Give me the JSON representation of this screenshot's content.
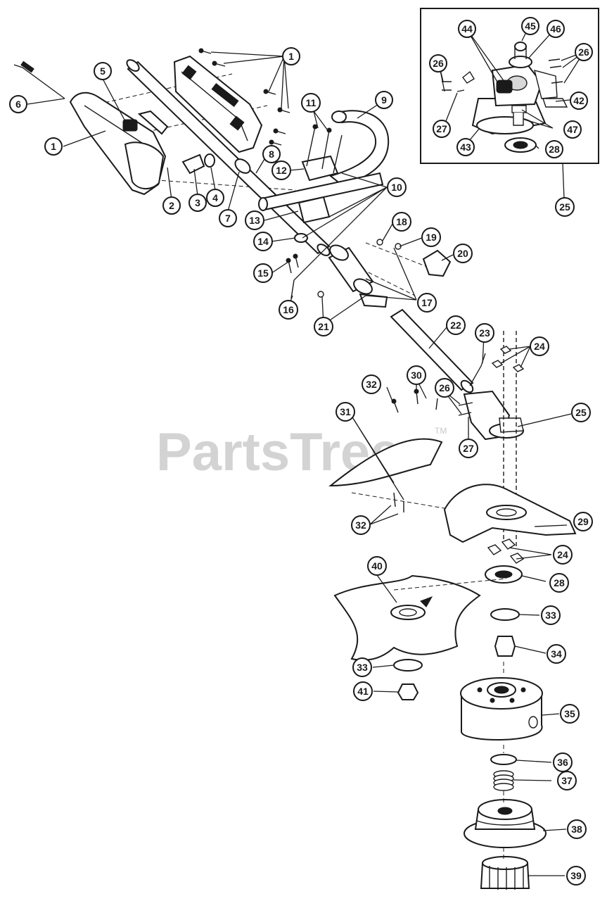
{
  "watermark": {
    "text": "PartsTree",
    "trademark": "TM"
  },
  "callouts": [
    {
      "id": "c1a",
      "label": "1"
    },
    {
      "id": "c1b",
      "label": "1"
    },
    {
      "id": "c2",
      "label": "2"
    },
    {
      "id": "c3",
      "label": "3"
    },
    {
      "id": "c4",
      "label": "4"
    },
    {
      "id": "c5",
      "label": "5"
    },
    {
      "id": "c6",
      "label": "6"
    },
    {
      "id": "c7",
      "label": "7"
    },
    {
      "id": "c8",
      "label": "8"
    },
    {
      "id": "c9",
      "label": "9"
    },
    {
      "id": "c10",
      "label": "10"
    },
    {
      "id": "c11",
      "label": "11"
    },
    {
      "id": "c12",
      "label": "12"
    },
    {
      "id": "c13",
      "label": "13"
    },
    {
      "id": "c14",
      "label": "14"
    },
    {
      "id": "c15",
      "label": "15"
    },
    {
      "id": "c16",
      "label": "16"
    },
    {
      "id": "c17",
      "label": "17"
    },
    {
      "id": "c18",
      "label": "18"
    },
    {
      "id": "c19",
      "label": "19"
    },
    {
      "id": "c20",
      "label": "20"
    },
    {
      "id": "c21",
      "label": "21"
    },
    {
      "id": "c22",
      "label": "22"
    },
    {
      "id": "c23",
      "label": "23"
    },
    {
      "id": "c24a",
      "label": "24"
    },
    {
      "id": "c24b",
      "label": "24"
    },
    {
      "id": "c25a",
      "label": "25"
    },
    {
      "id": "c25b",
      "label": "25"
    },
    {
      "id": "c26a",
      "label": "26"
    },
    {
      "id": "c26b",
      "label": "26"
    },
    {
      "id": "c26c",
      "label": "26"
    },
    {
      "id": "c27a",
      "label": "27"
    },
    {
      "id": "c27b",
      "label": "27"
    },
    {
      "id": "c28a",
      "label": "28"
    },
    {
      "id": "c28b",
      "label": "28"
    },
    {
      "id": "c29",
      "label": "29"
    },
    {
      "id": "c30",
      "label": "30"
    },
    {
      "id": "c31",
      "label": "31"
    },
    {
      "id": "c32a",
      "label": "32"
    },
    {
      "id": "c32b",
      "label": "32"
    },
    {
      "id": "c33a",
      "label": "33"
    },
    {
      "id": "c33b",
      "label": "33"
    },
    {
      "id": "c34",
      "label": "34"
    },
    {
      "id": "c35",
      "label": "35"
    },
    {
      "id": "c36",
      "label": "36"
    },
    {
      "id": "c37",
      "label": "37"
    },
    {
      "id": "c38",
      "label": "38"
    },
    {
      "id": "c39",
      "label": "39"
    },
    {
      "id": "c40",
      "label": "40"
    },
    {
      "id": "c41",
      "label": "41"
    },
    {
      "id": "c42",
      "label": "42"
    },
    {
      "id": "c43",
      "label": "43"
    },
    {
      "id": "c44",
      "label": "44"
    },
    {
      "id": "c45",
      "label": "45"
    },
    {
      "id": "c46",
      "label": "46"
    },
    {
      "id": "c47",
      "label": "47"
    }
  ]
}
